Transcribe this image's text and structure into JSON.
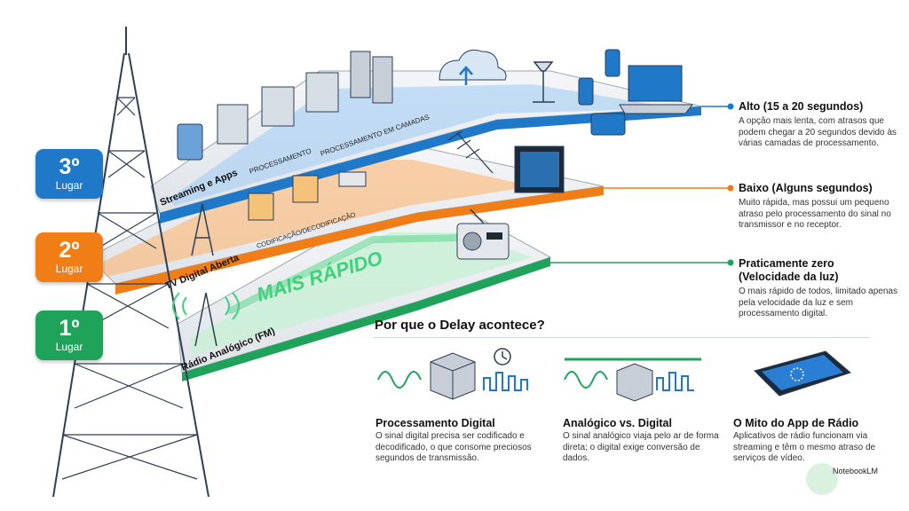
{
  "ranks": [
    {
      "number": "3º",
      "word": "Lugar",
      "color": "#1f78c8"
    },
    {
      "number": "2º",
      "word": "Lugar",
      "color": "#f07d16"
    },
    {
      "number": "1º",
      "word": "Lugar",
      "color": "#1fa35a"
    }
  ],
  "layers": {
    "top": {
      "label": "Streaming e Apps",
      "sub1": "PROCESSAMENTO",
      "sub2": "PROCESSAMENTO EM CAMADAS"
    },
    "middle": {
      "label": "TV Digital Aberta",
      "sub1": "CODIFICAÇÃO/DECODIFICAÇÃO"
    },
    "bottom": {
      "label": "Rádio Analógico (FM)",
      "banner": "MAIS RÁPIDO"
    }
  },
  "info": [
    {
      "head": "Alto (15 a 20 segundos)",
      "body": "A opção mais lenta, com atrasos que podem chegar a 20 segundos devido às várias camadas de processamento.",
      "color": "#1f78c8"
    },
    {
      "head": "Baixo (Alguns segundos)",
      "body": "Muito rápida, mas possui um pequeno atraso pelo processamento do sinal no transmissor e no receptor.",
      "color": "#f07d16"
    },
    {
      "head": "Praticamente zero (Velocidade da luz)",
      "body": "O mais rápido de todos, limitado apenas pela velocidade da luz e sem processamento digital.",
      "color": "#1fa35a"
    }
  ],
  "why": {
    "title": "Por que o Delay acontece?",
    "cards": [
      {
        "title": "Processamento Digital",
        "body": "O sinal digital precisa ser codificado e decodificado, o que consome preciosos segundos de transmissão."
      },
      {
        "title": "Analógico vs. Digital",
        "body": "O sinal analógico viaja pelo ar de forma direta; o digital exige conversão de dados."
      },
      {
        "title": "O Mito do App de Rádio",
        "body": "Aplicativos de rádio funcionam via streaming e têm o mesmo atraso de serviços de vídeo."
      }
    ]
  },
  "brand": "NotebookLM",
  "icons": [
    "tower-icon",
    "server-icon",
    "cloud-upload-icon",
    "phone-icon",
    "laptop-icon",
    "tablet-icon",
    "antenna-icon",
    "tv-icon",
    "radio-icon",
    "clock-icon",
    "wave-icon",
    "processor-icon",
    "smartphone-icon"
  ]
}
